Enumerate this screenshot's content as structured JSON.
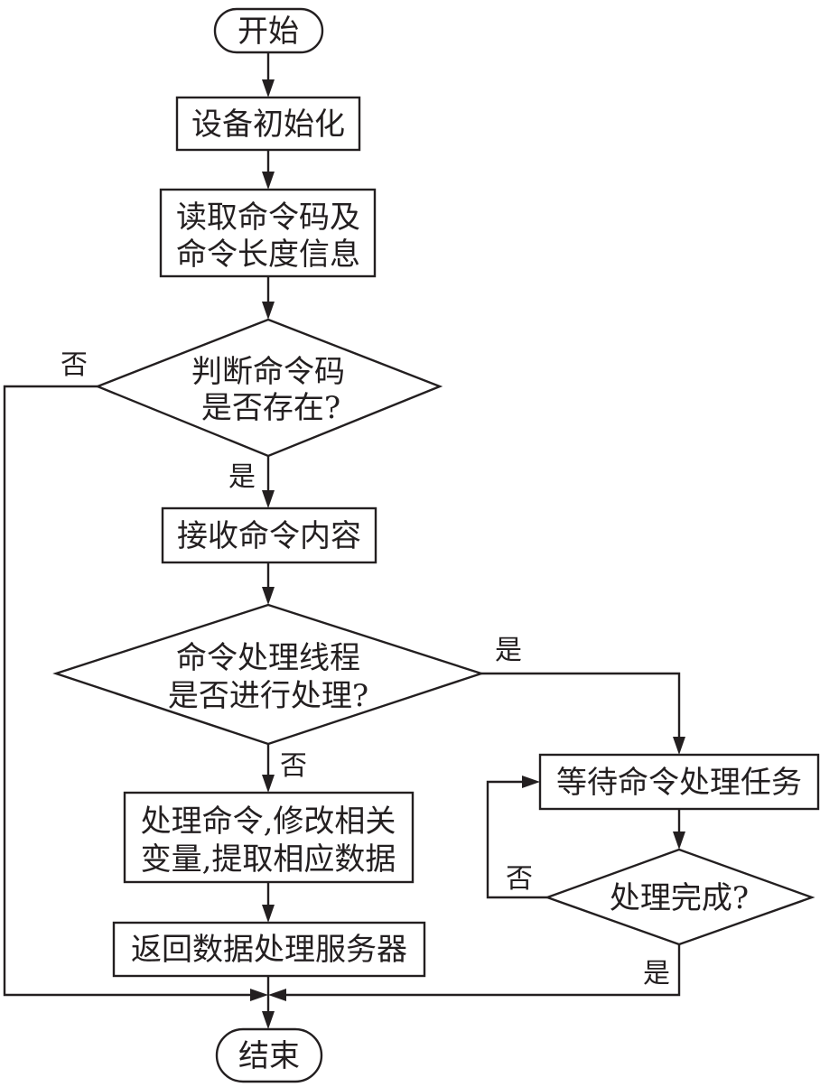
{
  "diagram": {
    "type": "flowchart",
    "colors": {
      "stroke": "#231f20",
      "background": "#ffffff"
    },
    "nodes": {
      "start": {
        "shape": "terminal",
        "text": "开始"
      },
      "init": {
        "shape": "process",
        "lines": [
          "设备初始化"
        ]
      },
      "read": {
        "shape": "process",
        "lines": [
          "读取命令码及",
          "命令长度信息"
        ]
      },
      "check_code": {
        "shape": "decision",
        "lines": [
          "判断命令码",
          "是否存在?"
        ]
      },
      "receive": {
        "shape": "process",
        "lines": [
          "接收命令内容"
        ]
      },
      "check_thread": {
        "shape": "decision",
        "lines": [
          "命令处理线程",
          "是否进行处理?"
        ]
      },
      "process_cmd": {
        "shape": "process",
        "lines": [
          "处理命令,修改相关",
          "变量,提取相应数据"
        ]
      },
      "return_data": {
        "shape": "process",
        "lines": [
          "返回数据处理服务器"
        ]
      },
      "wait_task": {
        "shape": "process",
        "lines": [
          "等待命令处理任务"
        ]
      },
      "check_done": {
        "shape": "decision",
        "lines": [
          "处理完成?"
        ]
      },
      "end": {
        "shape": "terminal",
        "text": "结束"
      }
    },
    "edge_labels": {
      "check_code_no": "否",
      "check_code_yes": "是",
      "check_thread_yes": "是",
      "check_thread_no": "否",
      "check_done_no": "否",
      "check_done_yes": "是"
    },
    "edges": [
      {
        "from": "start",
        "to": "init"
      },
      {
        "from": "init",
        "to": "read"
      },
      {
        "from": "read",
        "to": "check_code"
      },
      {
        "from": "check_code",
        "to": "receive",
        "label": "是"
      },
      {
        "from": "check_code",
        "to": "end",
        "label": "否"
      },
      {
        "from": "receive",
        "to": "check_thread"
      },
      {
        "from": "check_thread",
        "to": "process_cmd",
        "label": "否"
      },
      {
        "from": "check_thread",
        "to": "wait_task",
        "label": "是"
      },
      {
        "from": "process_cmd",
        "to": "return_data"
      },
      {
        "from": "return_data",
        "to": "end"
      },
      {
        "from": "wait_task",
        "to": "check_done"
      },
      {
        "from": "check_done",
        "to": "wait_task",
        "label": "否"
      },
      {
        "from": "check_done",
        "to": "end",
        "label": "是"
      }
    ]
  }
}
